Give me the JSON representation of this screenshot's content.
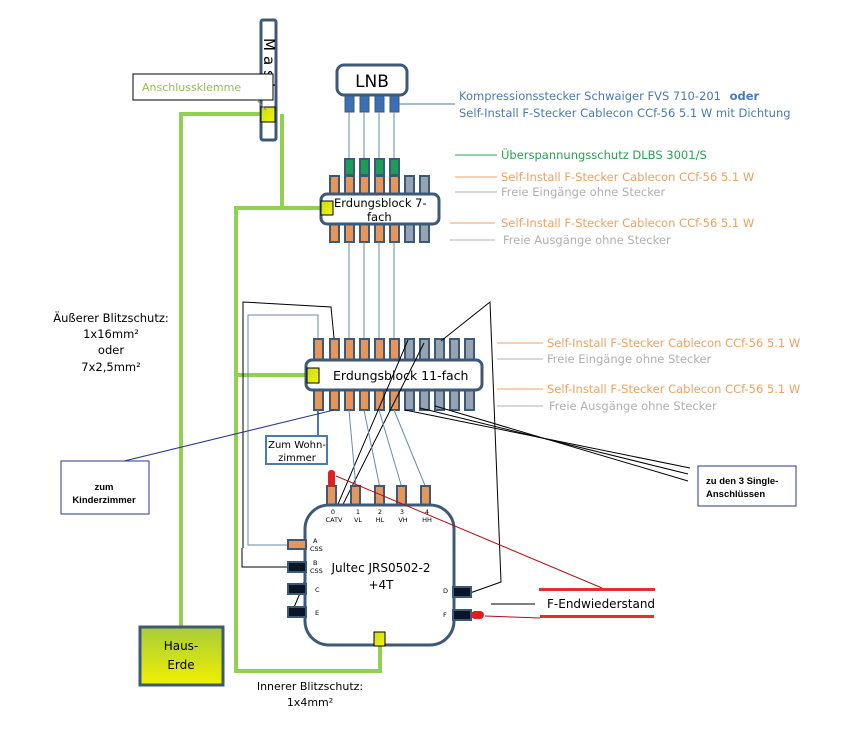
{
  "colors": {
    "frame": "#3c5a78",
    "green_wire": "#92d050",
    "terminal": "#d4e61e",
    "orange": "#e8955a",
    "grey": "#95a3b3",
    "green_plug": "#1e9c5a",
    "blue_plug": "#3a6fb5",
    "blue_text": "#4a7ab0",
    "orange_text": "#f0a060",
    "grey_text": "#b0b0b0",
    "green_text": "#2aa050",
    "red": "#e03030"
  },
  "mast": {
    "label": "Mast"
  },
  "anschlussklemme": {
    "label": "Anschlussklemme"
  },
  "lnb": {
    "label": "LNB"
  },
  "legend_top": {
    "line1": "Kompressionsstecker  Schwaiger FVS 710-201",
    "line1_bold": "oder",
    "line2": "Self-Install F-Stecker  Cablecon CCf-56  5.1 W mit Dichtung"
  },
  "legend_block7": {
    "surge": "Überspannungsschutz  DLBS 3001/S",
    "in_plug": "Self-Install F-Stecker  Cablecon CCf-56  5.1 W",
    "in_free": "Freie Eingänge ohne  Stecker",
    "out_plug": "Self-Install F-Stecker  Cablecon CCf-56  5.1 W",
    "out_free": "Freie Ausgänge ohne  Stecker"
  },
  "block7": {
    "line1": "Erdungsblock  7-",
    "line2": "fach"
  },
  "block11": {
    "label": "Erdungsblock 11-fach"
  },
  "legend_block11": {
    "in_plug": "Self-Install F-Stecker  Cablecon CCf-56  5.1 W",
    "in_free": "Freie Eingänge ohne  Stecker",
    "out_plug": "Self-Install F-Stecker  Cablecon CCf-56  5.1 W",
    "out_free": "Freie Ausgänge ohne  Stecker"
  },
  "outer_protection": {
    "line1": "Äußerer Blitzschutz:",
    "line2": "1x16mm²",
    "line3": "oder",
    "line4": "7x2,5mm²"
  },
  "wohnzimmer": {
    "line1": "Zum Wohn-",
    "line2": "zimmer"
  },
  "kinderzimmer": {
    "line1": "zum",
    "line2": "Kinderzimmer"
  },
  "single": {
    "line1": "zu den 3 Single-",
    "line2": "Anschlüssen"
  },
  "multiswitch": {
    "line1": "Jultec JRS0502-2",
    "line2": "+4T",
    "inputs": [
      {
        "num": "0",
        "name": "CATV"
      },
      {
        "num": "1",
        "name": "VL"
      },
      {
        "num": "2",
        "name": "HL"
      },
      {
        "num": "3",
        "name": "VH"
      },
      {
        "num": "4",
        "name": "HH"
      }
    ],
    "left_ports": [
      {
        "id": "A",
        "sub": "CSS"
      },
      {
        "id": "B",
        "sub": "CSS"
      },
      {
        "id": "C",
        "sub": ""
      },
      {
        "id": "E",
        "sub": ""
      }
    ],
    "right_ports": [
      {
        "id": "D"
      },
      {
        "id": "F"
      }
    ]
  },
  "endwiderstand": {
    "label": "F-Endwiederstand"
  },
  "haus_erde": {
    "line1": "Haus-",
    "line2": "Erde"
  },
  "inner_protection": {
    "line1": "Innerer Blitzschutz:",
    "line2": "1x4mm²"
  }
}
